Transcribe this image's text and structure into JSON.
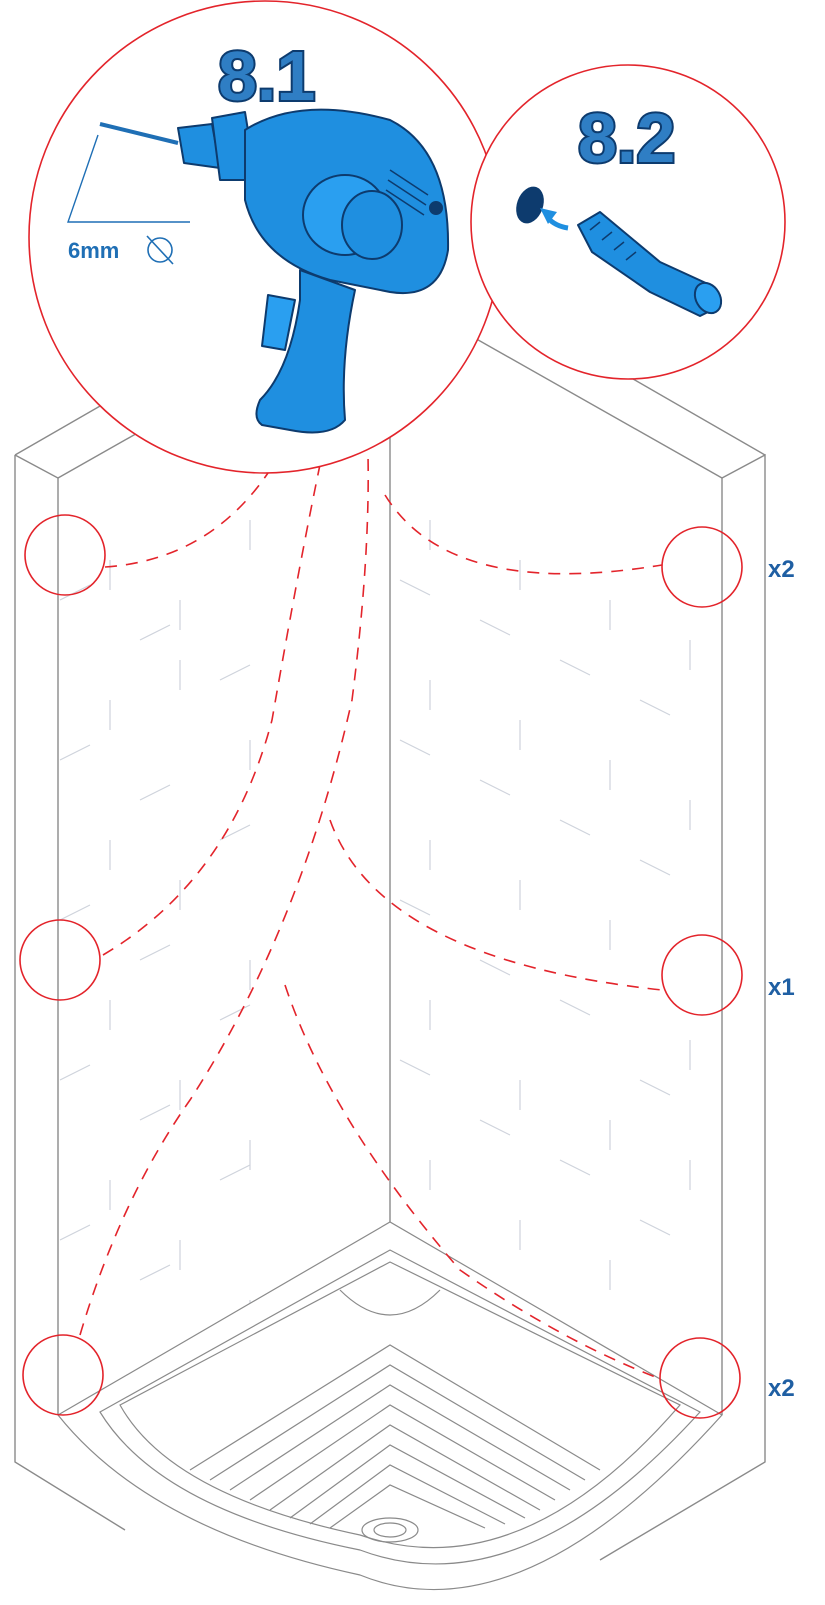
{
  "steps": {
    "drill": "8.1",
    "plug": "8.2"
  },
  "drill_bit": {
    "size_text": "6mm",
    "symbol": "diameter-icon"
  },
  "multipliers": {
    "top": "x2",
    "middle": "x1",
    "bottom": "x2"
  },
  "colors": {
    "accent_blue": "#1f8fe0",
    "dark_blue": "#0d3b6e",
    "callout_red": "#e3242b",
    "line_grey": "#8a8a8a",
    "tile_grey": "#c9cdd6"
  },
  "icons": {
    "drill": "drill-icon",
    "wall_plug": "wall-plug-icon",
    "hole": "hole-icon",
    "arrow": "insert-arrow-icon"
  }
}
